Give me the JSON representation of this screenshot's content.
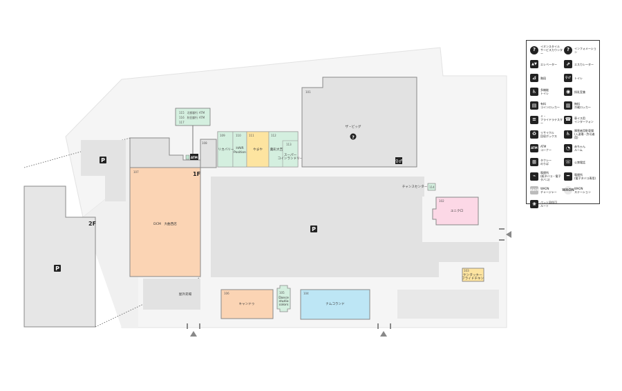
{
  "floors": {
    "f1": "1F",
    "f2": "2F"
  },
  "parking_symbol": "P",
  "info_symbol": "?",
  "atm_label": "ATM",
  "atm_box": {
    "lines": [
      "115　北都銀行 ATM",
      "116　秋田銀行 ATM",
      "117"
    ]
  },
  "stores": {
    "dcm": {
      "num": "107",
      "name": "DCM　大曲西店"
    },
    "zbig": {
      "num": "101",
      "name": "ザ・ビッグ"
    },
    "s108": {
      "num": "108"
    },
    "s109": {
      "num": "109",
      "name": "リカバリー"
    },
    "s110": {
      "num": "110",
      "name1": "HAIR",
      "name2": "Position"
    },
    "s111": {
      "num": "111",
      "name": "やまや"
    },
    "s112": {
      "num": "112",
      "name": "菓彩大吉"
    },
    "s113": {
      "num": "113",
      "name1": "スーパー",
      "name2": "コインランドリー"
    },
    "s114": {
      "num": "114",
      "name": "チャンスセンター"
    },
    "uniqlo": {
      "num": "102",
      "name": "ユニクロ"
    },
    "s103": {
      "num": "103",
      "name1": "ケンタッキー",
      "name2": "フライドチキン"
    },
    "s104": {
      "num": "104",
      "name": "ナムコランド"
    },
    "s105": {
      "num": "105",
      "name1": "Dance",
      "name2": "studio",
      "name3": "colors"
    },
    "s106": {
      "num": "106",
      "name": "キャンドゥ"
    },
    "outdoor": {
      "name": "屋外売場"
    }
  },
  "legend": [
    {
      "icon": "info-service-icon",
      "glyph": "?",
      "text": "イオンスタイル\nサービスカウンター"
    },
    {
      "icon": "information-icon",
      "glyph": "?",
      "text": "インフォメーション"
    },
    {
      "icon": "elevator-icon",
      "glyph": "▲▼",
      "text": "エレベーター"
    },
    {
      "icon": "escalator-icon",
      "glyph": "⇗",
      "text": "エスカレーター"
    },
    {
      "icon": "stairs-icon",
      "glyph": "⊿",
      "text": "階段"
    },
    {
      "icon": "restroom-icon",
      "glyph": "♀♂",
      "text": "トイレ"
    },
    {
      "icon": "accessible-toilet-icon",
      "glyph": "♿",
      "text": "多機能\nトイレ"
    },
    {
      "icon": "nursing-room-icon",
      "glyph": "◉",
      "text": "授乳室兼\r"
    },
    {
      "icon": "paid-locker-icon",
      "glyph": "▤",
      "text": "有料\nコインロッカー"
    },
    {
      "icon": "free-locker-icon",
      "glyph": "▥",
      "text": "無料\n冷蔵ロッカー"
    },
    {
      "icon": "photo-booth-icon",
      "glyph": "≡",
      "text": "ミ・\nフライドラテスター"
    },
    {
      "icon": "intercom-icon",
      "glyph": "☎",
      "text": "車イス用\nインターフォン"
    },
    {
      "icon": "recycle-box-icon",
      "glyph": "♻",
      "text": "リサイクル\n回収ボックス"
    },
    {
      "icon": "disabled-parking-icon",
      "glyph": "♿",
      "text": "障害者用駐車場\n(入退場・許可者用)"
    },
    {
      "icon": "atm-icon",
      "glyph": "ATM",
      "text": "ATM\nコーナー"
    },
    {
      "icon": "baby-room-icon",
      "glyph": "◔",
      "text": "赤ちゃん\nルーム"
    },
    {
      "icon": "taxi-icon",
      "glyph": "⊞",
      "text": "タクシー\nのりば"
    },
    {
      "icon": "phone-icon",
      "glyph": "☏",
      "text": "公衆電話"
    },
    {
      "icon": "smoking-area-icon",
      "glyph": "⌁",
      "text": "喫煙所\n(紙タバコ・電子タバコ)"
    },
    {
      "icon": "smoking-area-2-icon",
      "glyph": "━",
      "text": "喫煙所\n(電子タバコ専用)"
    },
    {
      "icon": "waon-charger-icon",
      "glyph": "WAON",
      "text": "WAON\nチャージャー"
    },
    {
      "icon": "waon-station-icon",
      "glyph": "WAON",
      "text": "WAON\nステーション"
    },
    {
      "icon": "pet-route-icon",
      "glyph": "❀",
      "text": "ペット同伴可\nルート"
    }
  ]
}
